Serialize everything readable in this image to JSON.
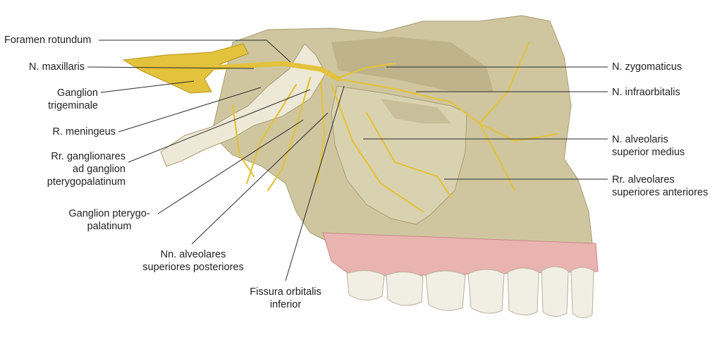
{
  "colors": {
    "bone": "#cfc6a0",
    "bone_dark": "#a89c72",
    "bone_cut": "#eee8d6",
    "nerve": "#e3c23c",
    "nerve_dark": "#b8951e",
    "gum": "#e9b3b0",
    "tooth": "#f1eee4",
    "sinus": "#d9d2b0",
    "line": "#2a2a2a"
  },
  "labels": {
    "foramen_rotundum": [
      "Foramen rotundum"
    ],
    "n_maxillaris": [
      "N. maxillaris"
    ],
    "ganglion_trigeminale": [
      "Ganglion",
      "trigeminale"
    ],
    "r_meningeus": [
      "R. meningeus"
    ],
    "rr_ganglionares": [
      "Rr. ganglionares",
      "ad ganglion",
      "pterygopalatinum"
    ],
    "ganglion_pterygopalatinum": [
      "Ganglion pterygo-",
      "palatinum"
    ],
    "nn_alveolares_post": [
      "Nn. alveolares",
      "superiores posteriores"
    ],
    "fissura_orbitalis": [
      "Fissura orbitalis",
      "inferior"
    ],
    "n_zygomaticus": [
      "N. zygomaticus"
    ],
    "n_infraorbitalis": [
      "N. infraorbitalis"
    ],
    "n_alveolaris_medius": [
      "N. alveolaris",
      "superior medius"
    ],
    "rr_alveolares_ant": [
      "Rr. alveolares",
      "superiores anteriores"
    ]
  }
}
